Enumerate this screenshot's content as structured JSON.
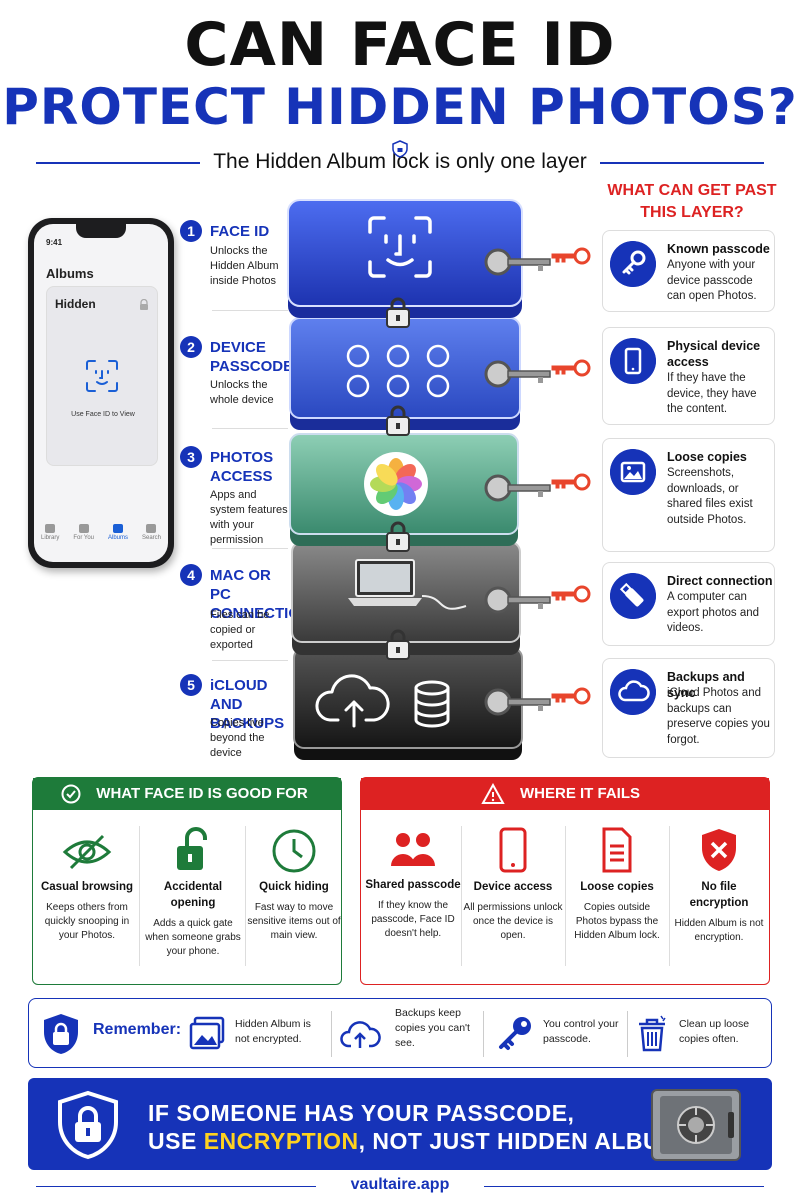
{
  "title": {
    "line1": "CAN FACE ID",
    "line2": "PROTECT HIDDEN PHOTOS?",
    "subtitle": "The Hidden Album lock is only one layer"
  },
  "phone": {
    "time": "9:41",
    "albums": "Albums",
    "hidden": "Hidden",
    "use_face_id": "Use Face ID to View",
    "tabs": [
      "Library",
      "For You",
      "Albums",
      "Search"
    ]
  },
  "steps": [
    {
      "num": "1",
      "title": "FACE ID",
      "desc": "Unlocks the Hidden Album inside Photos"
    },
    {
      "num": "2",
      "title": "DEVICE PASSCODE",
      "desc": "Unlocks the whole device"
    },
    {
      "num": "3",
      "title": "PHOTOS ACCESS",
      "desc": "Apps and system features with your permission"
    },
    {
      "num": "4",
      "title": "MAC OR PC CONNECTION",
      "desc": "Files can be copied or exported"
    },
    {
      "num": "5",
      "title": "iCLOUD AND BACKUPS",
      "desc": "Copies live beyond the device"
    }
  ],
  "right": {
    "heading": "WHAT CAN GET PAST THIS LAYER?",
    "cards": [
      {
        "title": "Known passcode",
        "desc": "Anyone with your device passcode can open Photos.",
        "icon": "key-icon"
      },
      {
        "title": "Physical device access",
        "desc": "If they have the device, they have the content.",
        "icon": "phone-icon"
      },
      {
        "title": "Loose copies",
        "desc": "Screenshots, downloads, or shared files exist outside Photos.",
        "icon": "image-icon"
      },
      {
        "title": "Direct connection",
        "desc": "A computer can export photos and videos.",
        "icon": "usb-icon"
      },
      {
        "title": "Backups and sync",
        "desc": "iCloud Photos and backups can preserve copies you forgot.",
        "icon": "cloud-icon"
      }
    ]
  },
  "good": {
    "heading": "WHAT FACE ID IS GOOD FOR",
    "items": [
      {
        "title": "Casual browsing",
        "desc": "Keeps others from quickly snooping in your Photos.",
        "icon": "eye-slash-icon"
      },
      {
        "title": "Accidental opening",
        "desc": "Adds a quick gate when someone grabs your phone.",
        "icon": "open-lock-icon"
      },
      {
        "title": "Quick hiding",
        "desc": "Fast way to move sensitive items out of main view.",
        "icon": "clock-icon"
      }
    ]
  },
  "fails": {
    "heading": "WHERE IT FAILS",
    "items": [
      {
        "title": "Shared passcode",
        "desc": "If they know the passcode, Face ID doesn't help.",
        "icon": "people-icon"
      },
      {
        "title": "Device access",
        "desc": "All permissions unlock once the device is open.",
        "icon": "phone-icon"
      },
      {
        "title": "Loose copies",
        "desc": "Copies outside Photos bypass the Hidden Album lock.",
        "icon": "document-icon"
      },
      {
        "title": "No file encryption",
        "desc": "Hidden Album is not encryption.",
        "icon": "shield-x-icon"
      }
    ]
  },
  "remember": {
    "label": "Remember:",
    "items": [
      {
        "text": "Hidden Album is not encrypted.",
        "icon": "photos-icon"
      },
      {
        "text": "Backups keep copies you can't see.",
        "icon": "cloud-upload-icon"
      },
      {
        "text": "You control your passcode.",
        "icon": "key-icon"
      },
      {
        "text": "Clean up loose copies often.",
        "icon": "trash-icon"
      }
    ]
  },
  "banner": {
    "line1": "IF SOMEONE HAS YOUR PASSCODE,",
    "line2_pre": "USE ",
    "line2_hl": "ENCRYPTION",
    "line2_post": ", NOT JUST HIDDEN ALBUM."
  },
  "footer": "vaultaire.app",
  "colors": {
    "blue": "#1633b8",
    "red": "#dd2222",
    "green": "#1e7b3a",
    "yellow": "#ffd21f",
    "key_red": "#e8452c"
  }
}
